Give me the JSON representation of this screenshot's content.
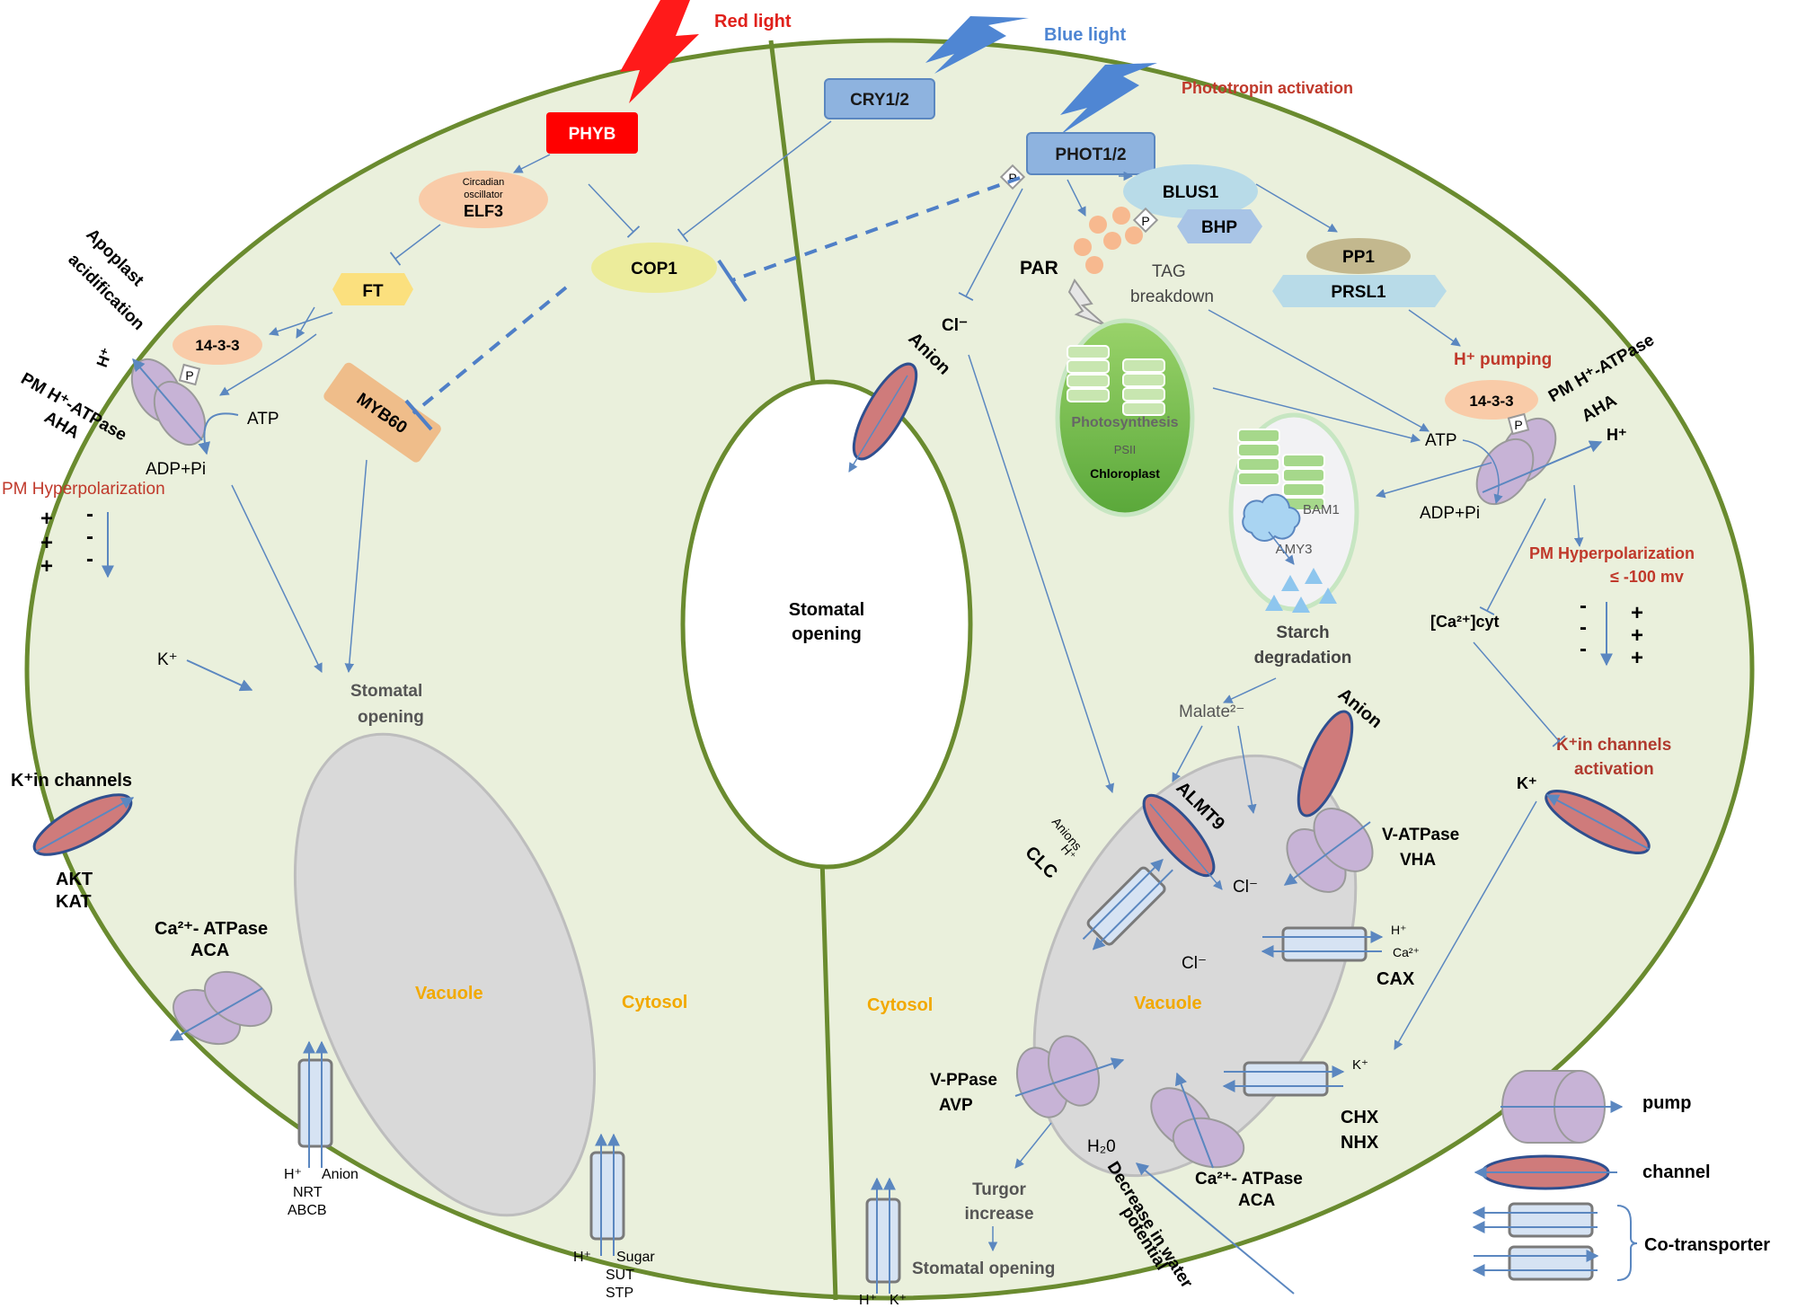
{
  "light": {
    "red": "Red light",
    "blue": "Blue light",
    "phototropin": "Phototropin activation"
  },
  "photoreceptors": {
    "phyb": "PHYB",
    "cry": "CRY1/2",
    "phot": "PHOT1/2",
    "p_marker": "P"
  },
  "left_cell": {
    "elf3_line1": "Circadian",
    "elf3_line2": "oscillator",
    "elf3": "ELF3",
    "cop1": "COP1",
    "ft": "FT",
    "myb60": "MYB60",
    "apoplast_line1": "Apoplast",
    "apoplast_line2": "acidification",
    "h_plus": "H⁺",
    "fourteen33": "14-3-3",
    "pm_atpase_line1": "PM H⁺-ATPase",
    "pm_atpase_line2": "AHA",
    "atp": "ATP",
    "adp": "ADP+Pi",
    "hyperpol": "PM Hyperpolarization",
    "k_plus": "K⁺",
    "opening_line1": "Stomatal",
    "opening_line2": "opening",
    "kin_channels": "K⁺in channels",
    "akt": "AKT",
    "kat": "KAT",
    "ca_atpase_line1": "Ca²⁺- ATPase",
    "ca_atpase_line2": "ACA",
    "vacuole": "Vacuole",
    "cytosol": "Cytosol",
    "nrt_h": "H⁺",
    "nrt_anion": "Anion",
    "nrt": "NRT",
    "abcb": "ABCB",
    "sut_h": "H⁺",
    "sut_sugar": "Sugar",
    "sut": "SUT",
    "stp": "STP"
  },
  "center": {
    "pore_line1": "Stomatal",
    "pore_line2": "opening"
  },
  "right_cell": {
    "blus1": "BLUS1",
    "bhp": "BHP",
    "pp1": "PP1",
    "prsl1": "PRSL1",
    "par": "PAR",
    "tag_line1": "TAG",
    "tag_line2": "breakdown",
    "cl_minus": "Cl⁻",
    "anion": "Anion",
    "photosynthesis": "Photosynthesis",
    "psii": "PSII",
    "chloroplast": "Chloroplast",
    "h_pumping": "H⁺ pumping",
    "fourteen33": "14-3-3",
    "pm_atpase_line1": "PM H⁺-ATPase",
    "pm_atpase_line2": "AHA",
    "h_plus": "H⁺",
    "atp": "ATP",
    "adp": "ADP+Pi",
    "bam1": "BAM1",
    "amy3": "AMY3",
    "starch_line1": "Starch",
    "starch_line2": "degradation",
    "hyperpol_line1": "PM Hyperpolarization",
    "hyperpol_line2": "≤ -100 mv",
    "ca_cyt": "[Ca²⁺]cyt",
    "malate": "Malate²⁻",
    "anion2": "Anion",
    "kin_line1": "K⁺in channels",
    "kin_line2": "activation",
    "k_plus": "K⁺",
    "almt9": "ALMT9",
    "anions_h_line1": "Anions",
    "anions_h_line2": "H⁺",
    "clc": "CLC",
    "cl_minus_2": "Cl⁻",
    "cl_minus_3": "Cl⁻",
    "vatpase_line1": "V-ATPase",
    "vatpase_line2": "VHA",
    "cax_h": "H⁺",
    "cax_ca": "Ca²⁺",
    "cax": "CAX",
    "cytosol": "Cytosol",
    "vacuole": "Vacuole",
    "vppase_line1": "V-PPase",
    "vppase_line2": "AVP",
    "k_plus_2": "K⁺",
    "chx": "CHX",
    "nhx": "NHX",
    "h2o": "H₂0",
    "water_line1": "Decrease in water",
    "water_line2": "potential",
    "ca_atpase_line1": "Ca²⁺- ATPase",
    "ca_atpase_line2": "ACA",
    "turgor_line1": "Turgor",
    "turgor_line2": "increase",
    "opening": "Stomatal opening",
    "bottom_h": "H⁺",
    "bottom_k": "K⁺"
  },
  "legend": {
    "pump": "pump",
    "channel": "channel",
    "cotransporter": "Co-transporter"
  },
  "colors": {
    "cell_fill": "#eaf0dc",
    "cell_border": "#6a8b2f",
    "arrow": "#5b87c0",
    "red_label": "#c0392b",
    "phyb": "#ff0000",
    "cry": "#8eb3df",
    "orange_text": "#f2a900",
    "pump": "#c7b3d6",
    "channel": "#cf7b7b",
    "cotrans": "#d6e3f3"
  }
}
